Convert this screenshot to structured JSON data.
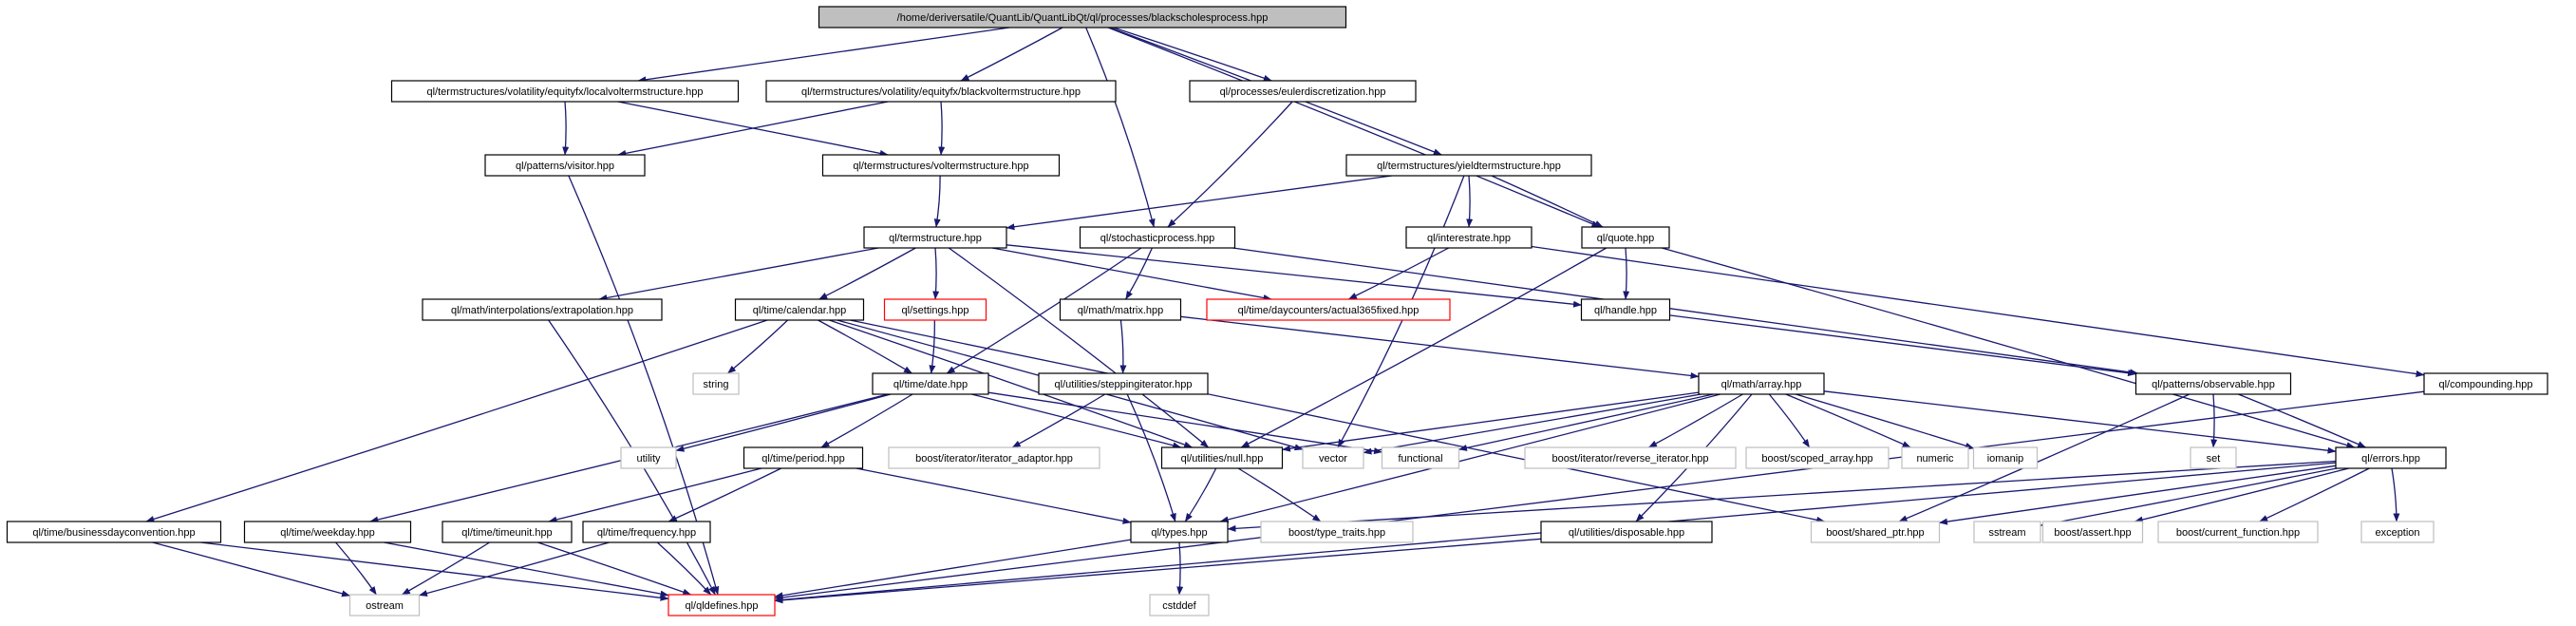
{
  "diagram": {
    "colors": {
      "edge": "#191970",
      "root_fill": "#bfbfbf",
      "node_border": "#000000",
      "missing_border": "#ff0000",
      "external_border": "#bfbfbf",
      "node_fill": "#ffffff",
      "text": "#000000"
    },
    "nodes": [
      {
        "id": "bsp",
        "label": "/home/deriversatile/QuantLib/QuantLibQt/ql/processes/blackscholesprocess.hpp",
        "kind": "root"
      },
      {
        "id": "localvol",
        "label": "ql/termstructures/volatility/equityfx/localvoltermstructure.hpp",
        "kind": "normal"
      },
      {
        "id": "blackvol",
        "label": "ql/termstructures/volatility/equityfx/blackvoltermstructure.hpp",
        "kind": "normal"
      },
      {
        "id": "euler",
        "label": "ql/processes/eulerdiscretization.hpp",
        "kind": "normal"
      },
      {
        "id": "yieldts",
        "label": "ql/termstructures/yieldtermstructure.hpp",
        "kind": "normal"
      },
      {
        "id": "visitor",
        "label": "ql/patterns/visitor.hpp",
        "kind": "normal"
      },
      {
        "id": "volts",
        "label": "ql/termstructures/voltermstructure.hpp",
        "kind": "normal"
      },
      {
        "id": "termstruct",
        "label": "ql/termstructure.hpp",
        "kind": "normal"
      },
      {
        "id": "stochproc",
        "label": "ql/stochasticprocess.hpp",
        "kind": "normal"
      },
      {
        "id": "interestrate",
        "label": "ql/interestrate.hpp",
        "kind": "normal"
      },
      {
        "id": "quote",
        "label": "ql/quote.hpp",
        "kind": "normal"
      },
      {
        "id": "extrap",
        "label": "ql/math/interpolations/extrapolation.hpp",
        "kind": "normal"
      },
      {
        "id": "calendar",
        "label": "ql/time/calendar.hpp",
        "kind": "normal"
      },
      {
        "id": "settings",
        "label": "ql/settings.hpp",
        "kind": "missing"
      },
      {
        "id": "matrix",
        "label": "ql/math/matrix.hpp",
        "kind": "normal"
      },
      {
        "id": "actual365",
        "label": "ql/time/daycounters/actual365fixed.hpp",
        "kind": "missing"
      },
      {
        "id": "handle",
        "label": "ql/handle.hpp",
        "kind": "normal"
      },
      {
        "id": "compounding",
        "label": "ql/compounding.hpp",
        "kind": "normal"
      },
      {
        "id": "string",
        "label": "string",
        "kind": "external"
      },
      {
        "id": "date",
        "label": "ql/time/date.hpp",
        "kind": "normal"
      },
      {
        "id": "stepiter",
        "label": "ql/utilities/steppingiterator.hpp",
        "kind": "normal"
      },
      {
        "id": "array",
        "label": "ql/math/array.hpp",
        "kind": "normal"
      },
      {
        "id": "observable",
        "label": "ql/patterns/observable.hpp",
        "kind": "normal"
      },
      {
        "id": "utility",
        "label": "utility",
        "kind": "external"
      },
      {
        "id": "period",
        "label": "ql/time/period.hpp",
        "kind": "normal"
      },
      {
        "id": "iteradaptor",
        "label": "boost/iterator/iterator_adaptor.hpp",
        "kind": "external"
      },
      {
        "id": "null",
        "label": "ql/utilities/null.hpp",
        "kind": "normal"
      },
      {
        "id": "vector",
        "label": "vector",
        "kind": "external"
      },
      {
        "id": "functional",
        "label": "functional",
        "kind": "external"
      },
      {
        "id": "reviter",
        "label": "boost/iterator/reverse_iterator.hpp",
        "kind": "external"
      },
      {
        "id": "scopedarray",
        "label": "boost/scoped_array.hpp",
        "kind": "external"
      },
      {
        "id": "numeric",
        "label": "numeric",
        "kind": "external"
      },
      {
        "id": "iomanip",
        "label": "iomanip",
        "kind": "external"
      },
      {
        "id": "set",
        "label": "set",
        "kind": "external"
      },
      {
        "id": "errors",
        "label": "ql/errors.hpp",
        "kind": "normal"
      },
      {
        "id": "busdayconv",
        "label": "ql/time/businessdayconvention.hpp",
        "kind": "normal"
      },
      {
        "id": "weekday",
        "label": "ql/time/weekday.hpp",
        "kind": "normal"
      },
      {
        "id": "timeunit",
        "label": "ql/time/timeunit.hpp",
        "kind": "normal"
      },
      {
        "id": "frequency",
        "label": "ql/time/frequency.hpp",
        "kind": "normal"
      },
      {
        "id": "types",
        "label": "ql/types.hpp",
        "kind": "normal"
      },
      {
        "id": "typetraits",
        "label": "boost/type_traits.hpp",
        "kind": "external"
      },
      {
        "id": "disposable",
        "label": "ql/utilities/disposable.hpp",
        "kind": "normal"
      },
      {
        "id": "sharedptr",
        "label": "boost/shared_ptr.hpp",
        "kind": "external"
      },
      {
        "id": "sstream",
        "label": "sstream",
        "kind": "external"
      },
      {
        "id": "assert",
        "label": "boost/assert.hpp",
        "kind": "external"
      },
      {
        "id": "curfunc",
        "label": "boost/current_function.hpp",
        "kind": "external"
      },
      {
        "id": "exception",
        "label": "exception",
        "kind": "external"
      },
      {
        "id": "ostream",
        "label": "ostream",
        "kind": "external"
      },
      {
        "id": "qldefines",
        "label": "ql/qldefines.hpp",
        "kind": "missing"
      },
      {
        "id": "cstddef",
        "label": "cstddef",
        "kind": "external"
      }
    ],
    "edges": [
      [
        "bsp",
        "localvol"
      ],
      [
        "bsp",
        "blackvol"
      ],
      [
        "bsp",
        "euler"
      ],
      [
        "bsp",
        "stochproc"
      ],
      [
        "bsp",
        "yieldts"
      ],
      [
        "bsp",
        "quote"
      ],
      [
        "localvol",
        "visitor"
      ],
      [
        "localvol",
        "volts"
      ],
      [
        "blackvol",
        "visitor"
      ],
      [
        "blackvol",
        "volts"
      ],
      [
        "volts",
        "termstruct"
      ],
      [
        "euler",
        "stochproc"
      ],
      [
        "yieldts",
        "termstruct"
      ],
      [
        "yieldts",
        "interestrate"
      ],
      [
        "yieldts",
        "quote"
      ],
      [
        "yieldts",
        "vector"
      ],
      [
        "visitor",
        "qldefines"
      ],
      [
        "termstruct",
        "extrap"
      ],
      [
        "termstruct",
        "calendar"
      ],
      [
        "termstruct",
        "settings"
      ],
      [
        "termstruct",
        "actual365"
      ],
      [
        "termstruct",
        "handle"
      ],
      [
        "termstruct",
        "null"
      ],
      [
        "stochproc",
        "matrix"
      ],
      [
        "stochproc",
        "date"
      ],
      [
        "stochproc",
        "observable"
      ],
      [
        "interestrate",
        "actual365"
      ],
      [
        "interestrate",
        "compounding"
      ],
      [
        "quote",
        "handle"
      ],
      [
        "quote",
        "null"
      ],
      [
        "quote",
        "errors"
      ],
      [
        "extrap",
        "qldefines"
      ],
      [
        "calendar",
        "string"
      ],
      [
        "calendar",
        "date"
      ],
      [
        "calendar",
        "busdayconv"
      ],
      [
        "calendar",
        "null"
      ],
      [
        "calendar",
        "sharedptr"
      ],
      [
        "calendar",
        "vector"
      ],
      [
        "settings",
        "date"
      ],
      [
        "matrix",
        "stepiter"
      ],
      [
        "matrix",
        "array"
      ],
      [
        "handle",
        "observable"
      ],
      [
        "compounding",
        "qldefines"
      ],
      [
        "date",
        "utility"
      ],
      [
        "date",
        "functional"
      ],
      [
        "date",
        "null"
      ],
      [
        "date",
        "period"
      ],
      [
        "date",
        "weekday"
      ],
      [
        "stepiter",
        "iteradaptor"
      ],
      [
        "stepiter",
        "types"
      ],
      [
        "array",
        "null"
      ],
      [
        "array",
        "vector"
      ],
      [
        "array",
        "functional"
      ],
      [
        "array",
        "reviter"
      ],
      [
        "array",
        "scopedarray"
      ],
      [
        "array",
        "numeric"
      ],
      [
        "array",
        "iomanip"
      ],
      [
        "array",
        "types"
      ],
      [
        "array",
        "errors"
      ],
      [
        "array",
        "disposable"
      ],
      [
        "observable",
        "set"
      ],
      [
        "observable",
        "sharedptr"
      ],
      [
        "observable",
        "errors"
      ],
      [
        "period",
        "types"
      ],
      [
        "period",
        "frequency"
      ],
      [
        "period",
        "timeunit"
      ],
      [
        "null",
        "types"
      ],
      [
        "null",
        "typetraits"
      ],
      [
        "errors",
        "sstream"
      ],
      [
        "errors",
        "assert"
      ],
      [
        "errors",
        "curfunc"
      ],
      [
        "errors",
        "exception"
      ],
      [
        "errors",
        "sharedptr"
      ],
      [
        "errors",
        "qldefines"
      ],
      [
        "errors",
        "types"
      ],
      [
        "busdayconv",
        "ostream"
      ],
      [
        "busdayconv",
        "qldefines"
      ],
      [
        "weekday",
        "ostream"
      ],
      [
        "weekday",
        "qldefines"
      ],
      [
        "timeunit",
        "ostream"
      ],
      [
        "timeunit",
        "qldefines"
      ],
      [
        "frequency",
        "ostream"
      ],
      [
        "frequency",
        "qldefines"
      ],
      [
        "types",
        "qldefines"
      ],
      [
        "types",
        "cstddef"
      ],
      [
        "disposable",
        "qldefines"
      ]
    ]
  }
}
